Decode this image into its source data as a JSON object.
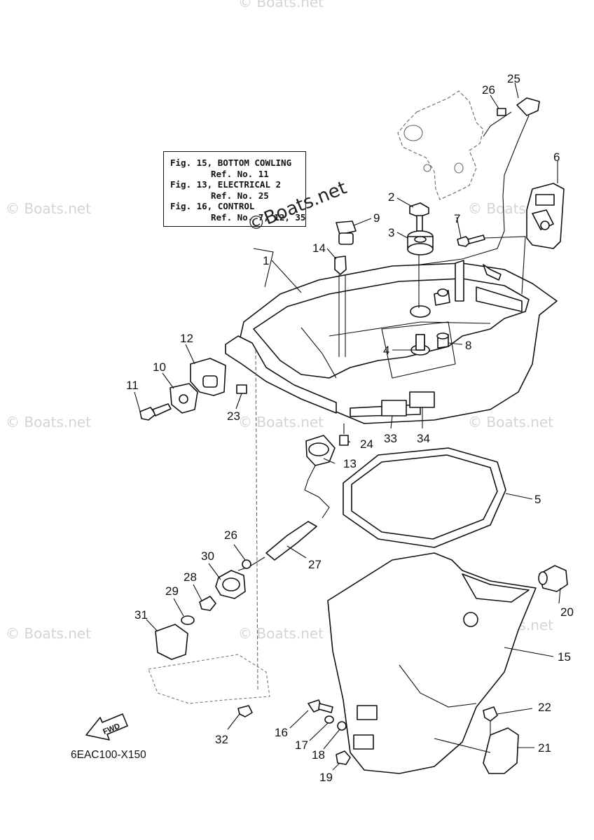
{
  "reference_box": {
    "lines": [
      "Fig. 15, BOTTOM COWLING",
      "Ref. No. 11",
      "Fig. 13, ELECTRICAL 2",
      "Ref. No. 25",
      "Fig. 16, CONTROL",
      "Ref. No. 7, 12, 35"
    ]
  },
  "watermarks": {
    "brand": "© Boats.net",
    "center": "©Boats.net"
  },
  "diagram_code": "6EAC100-X150",
  "fwd_label": "FWD",
  "callouts": [
    "1",
    "2",
    "3",
    "4",
    "5",
    "6",
    "7",
    "8",
    "9",
    "10",
    "11",
    "12",
    "13",
    "14",
    "15",
    "16",
    "17",
    "18",
    "19",
    "20",
    "21",
    "22",
    "23",
    "24",
    "25",
    "26",
    "26",
    "27",
    "28",
    "29",
    "30",
    "31",
    "32",
    "33",
    "34"
  ]
}
